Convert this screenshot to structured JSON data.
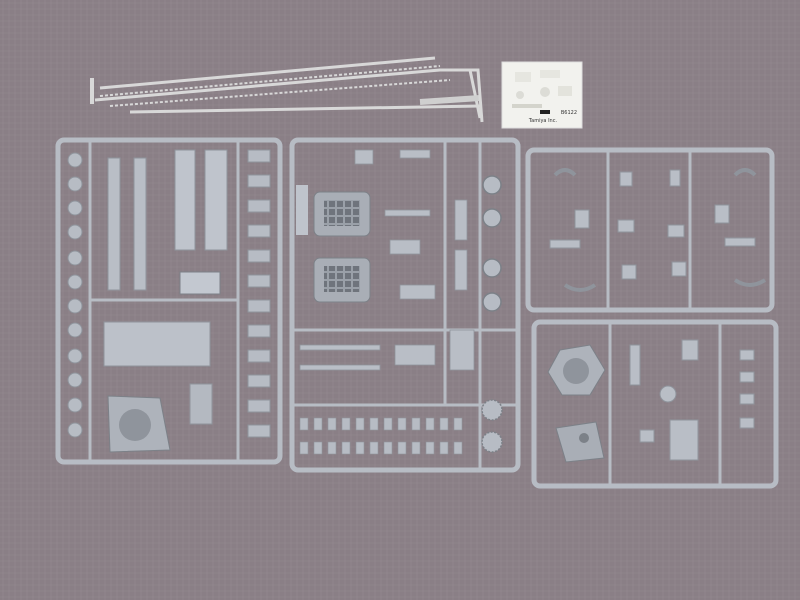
{
  "photo": {
    "subject": "plastic model kit sprues laid out on fabric",
    "colors": {
      "background": "#8a7f86",
      "sprue_gray": "#b7bcc4",
      "sprue_shadow": "#8f949c",
      "metal": "#d8d8d8",
      "decal_paper": "#f2f2ee"
    }
  },
  "decal_sheet": {
    "code_text": "B6122",
    "maker_text": "Tamiya Inc."
  }
}
